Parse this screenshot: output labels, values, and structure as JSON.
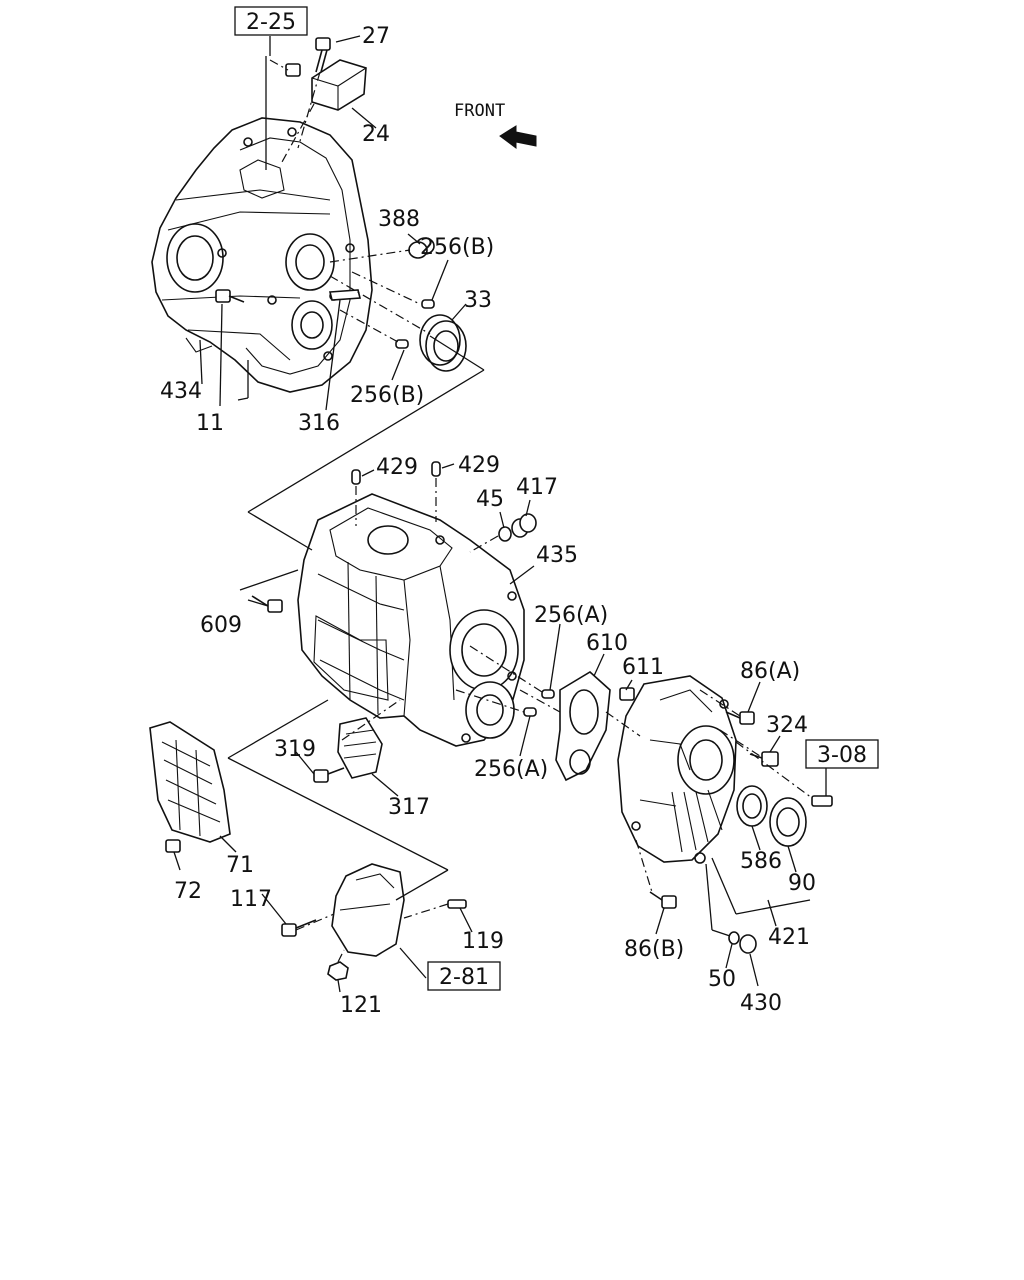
{
  "diagram": {
    "front_label": "FRONT",
    "refs": {
      "r_2_25": "2-25",
      "r_3_08": "3-08",
      "r_2_81": "2-81"
    },
    "labels": {
      "p27": "27",
      "p24": "24",
      "p388": "388",
      "p256b_top": "256(B)",
      "p33": "33",
      "p434": "434",
      "p11": "11",
      "p316": "316",
      "p256b_bot": "256(B)",
      "p429a": "429",
      "p429b": "429",
      "p45": "45",
      "p417": "417",
      "p435": "435",
      "p609": "609",
      "p256a_top": "256(A)",
      "p610": "610",
      "p611": "611",
      "p86a": "86(A)",
      "p324": "324",
      "p319": "319",
      "p256a_bot": "256(A)",
      "p317": "317",
      "p71": "71",
      "p72": "72",
      "p117": "117",
      "p119": "119",
      "p121": "121",
      "p586": "586",
      "p90": "90",
      "p421": "421",
      "p86b": "86(B)",
      "p50": "50",
      "p430": "430"
    }
  }
}
